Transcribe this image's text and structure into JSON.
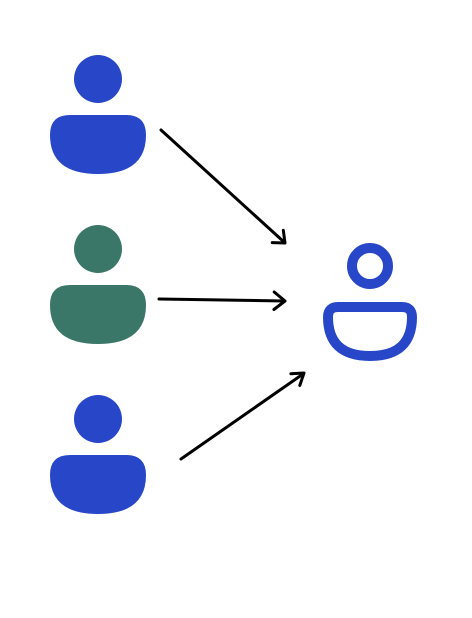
{
  "diagram": {
    "sources": [
      {
        "id": "person-1",
        "icon": "user-filled-icon",
        "color": "#2747C8"
      },
      {
        "id": "person-2",
        "icon": "user-filled-icon",
        "color": "#3A7769"
      },
      {
        "id": "person-3",
        "icon": "user-filled-icon",
        "color": "#2747C8"
      }
    ],
    "target": {
      "id": "target-person",
      "icon": "user-outline-icon",
      "color": "#2747C8"
    },
    "connections": [
      {
        "from": "person-1",
        "to": "target-person",
        "arrow": "arrow-right-icon"
      },
      {
        "from": "person-2",
        "to": "target-person",
        "arrow": "arrow-right-icon"
      },
      {
        "from": "person-3",
        "to": "target-person",
        "arrow": "arrow-right-icon"
      }
    ],
    "arrow_color": "#000000"
  }
}
